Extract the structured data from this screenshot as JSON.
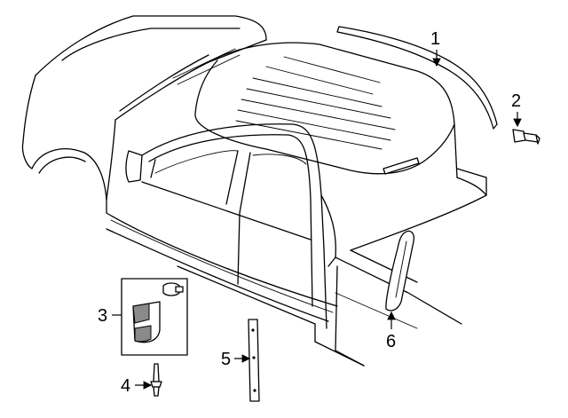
{
  "callouts": [
    {
      "id": "1",
      "label": "1"
    },
    {
      "id": "2",
      "label": "2"
    },
    {
      "id": "3",
      "label": "3"
    },
    {
      "id": "4",
      "label": "4"
    },
    {
      "id": "5",
      "label": "5"
    },
    {
      "id": "6",
      "label": "6"
    }
  ],
  "colors": {
    "line": "#000000",
    "background": "#ffffff",
    "shade": "#8a8a8a"
  }
}
